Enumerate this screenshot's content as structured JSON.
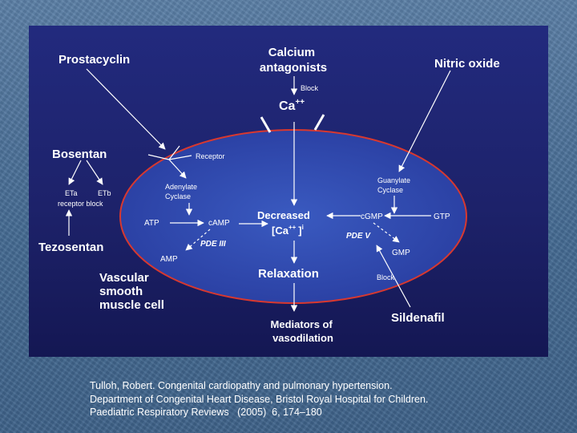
{
  "diagram": {
    "calcium_antagonists": [
      "Calcium",
      "antagonists"
    ],
    "block_top": "Block",
    "ca": "Ca",
    "ca_sup": "++",
    "prostacyclin": "Prostacyclin",
    "nitric_oxide": "Nitric oxide",
    "bosentan": "Bosentan",
    "eta": "ETa",
    "etb": "ETb",
    "receptor_block": "receptor block",
    "tezosentan": "Tezosentan",
    "receptor": "Receptor",
    "adenylate_cyclase": [
      "Adenylate",
      "Cyclase"
    ],
    "guanylate_cyclase": [
      "Guanylate",
      "Cyclase"
    ],
    "atp": "ATP",
    "camp": "cAMP",
    "decreased": "Decreased",
    "ca_i": "[Ca",
    "ca_i_sup": "++",
    "ca_i_close": "]",
    "ca_i_sub": "i",
    "cgmp": "cGMP",
    "gtp": "GTP",
    "pde3": "PDE III",
    "pde5": "PDE V",
    "amp": "AMP",
    "gmp": "GMP",
    "block_right": "Block",
    "relaxation": "Relaxation",
    "vascular_cell": [
      "Vascular",
      "smooth",
      "muscle cell"
    ],
    "sildenafil": "Sildenafil",
    "mediators": [
      "Mediators of",
      "vasodilation"
    ]
  },
  "colors": {
    "ellipse_fill": "#2c45a8",
    "ellipse_stroke": "#d8382f",
    "panel": "#1f247a",
    "text": "#ffffff"
  },
  "citation": [
    "Tulloh, Robert. Congenital cardiopathy and pulmonary hypertension.",
    "Department of Congenital Heart Disease, Bristol Royal Hospital for Children.",
    "Paediatric Respiratory Reviews   (2005)  6, 174–180"
  ]
}
